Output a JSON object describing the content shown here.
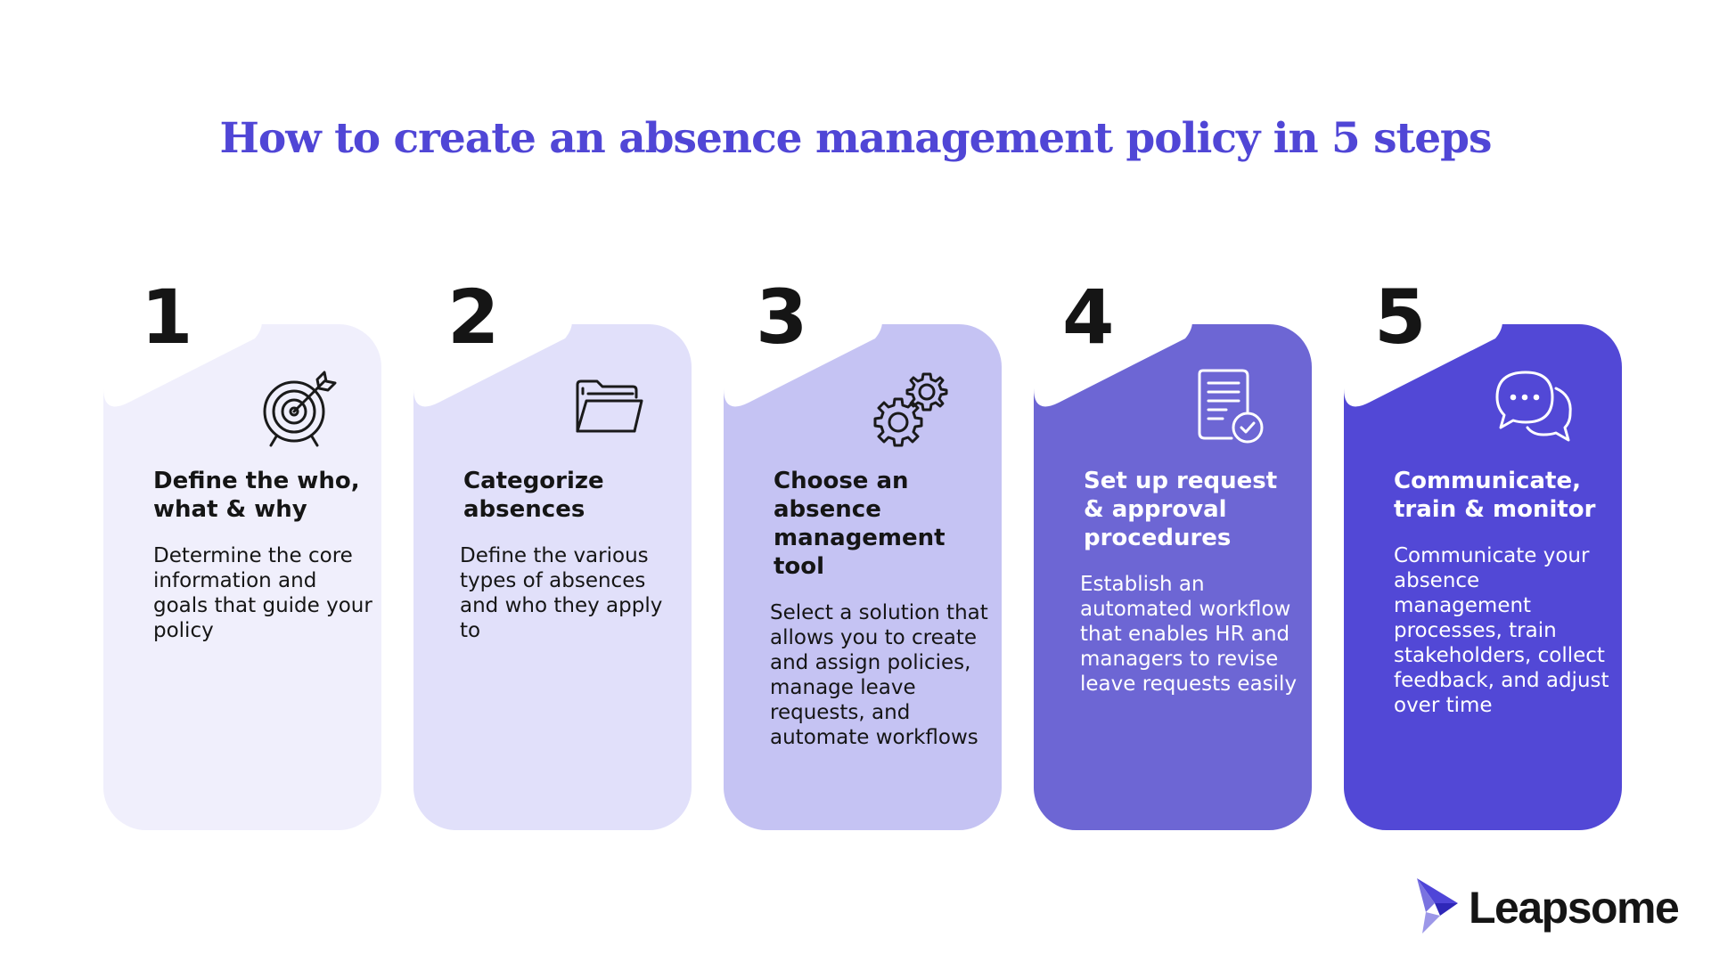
{
  "title": "How to create an absence management policy in 5 steps",
  "steps": [
    {
      "number": "1",
      "heading": "Define the who, what & why",
      "description": "Determine the core information and goals that guide your policy",
      "icon": "target-icon",
      "card_color": "#f0effc",
      "text_color": "#151515"
    },
    {
      "number": "2",
      "heading": "Categorize absences",
      "description": "Define the various types of absences and who they apply to",
      "icon": "folder-icon",
      "card_color": "#e1e0fa",
      "text_color": "#151515"
    },
    {
      "number": "3",
      "heading": "Choose an absence management tool",
      "description": "Select a solution that allows you to create and assign policies, manage leave requests, and automate workflows",
      "icon": "gears-icon",
      "card_color": "#c5c3f3",
      "text_color": "#151515"
    },
    {
      "number": "4",
      "heading": "Set up request & approval procedures",
      "description": "Establish an automated workflow that enables HR and managers to revise leave requests easily",
      "icon": "document-check-icon",
      "card_color": "#6d66d4",
      "text_color": "#ffffff"
    },
    {
      "number": "5",
      "heading": "Communicate, train & monitor",
      "description": "Communicate your absence management processes, train stakeholders, collect feedback, and adjust over time",
      "icon": "chat-bubbles-icon",
      "card_color": "#5248d6",
      "text_color": "#ffffff"
    }
  ],
  "brand": {
    "name": "Leapsome",
    "logo_icon": "leapsome-bird-icon",
    "colors": [
      "#9c97e8",
      "#4f45d8",
      "#151515"
    ]
  },
  "colors": {
    "title": "#5046d6",
    "number": "#151515",
    "arrow": "#ffffff"
  }
}
